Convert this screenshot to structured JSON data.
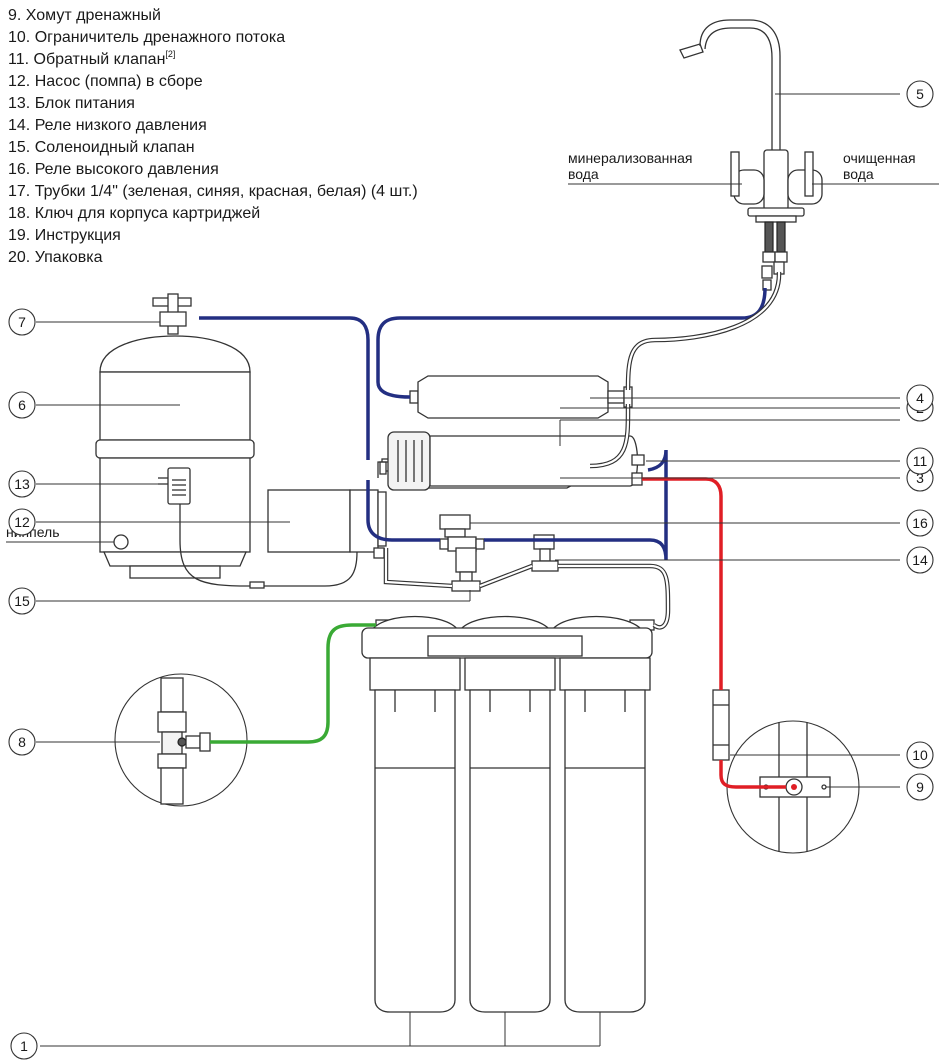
{
  "parts_list": [
    {
      "text": "9.   Хомут дренажный"
    },
    {
      "text": "10.  Ограничитель дренажного потока"
    },
    {
      "text": "11.  Обратный клапан",
      "sup": "[2]"
    },
    {
      "text": "12.  Насос (помпа) в сборе"
    },
    {
      "text": "13.  Блок питания"
    },
    {
      "text": "14.  Реле низкого давления"
    },
    {
      "text": "15.  Соленоидный клапан"
    },
    {
      "text": "16.  Реле высокого давления"
    },
    {
      "text": "17.  Трубки 1/4\" (зеленая, синяя, красная, белая) (4 шт.)"
    },
    {
      "text": "18.  Ключ для корпуса картриджей"
    },
    {
      "text": "19.  Инструкция"
    },
    {
      "text": "20.  Упаковка"
    }
  ],
  "labels": {
    "mineral_1": "минерализованная",
    "mineral_2": "вода",
    "pure_1": "очищенная",
    "pure_2": "вода",
    "nipple": "ниппель"
  },
  "callouts": [
    "1",
    "2",
    "3",
    "4",
    "5",
    "6",
    "7",
    "8",
    "9",
    "10",
    "11",
    "12",
    "13",
    "14",
    "15",
    "16"
  ],
  "colors": {
    "blue_tube": "#232f82",
    "red_tube": "#e01e25",
    "green_tube": "#3aaa35",
    "line": "#333333"
  }
}
